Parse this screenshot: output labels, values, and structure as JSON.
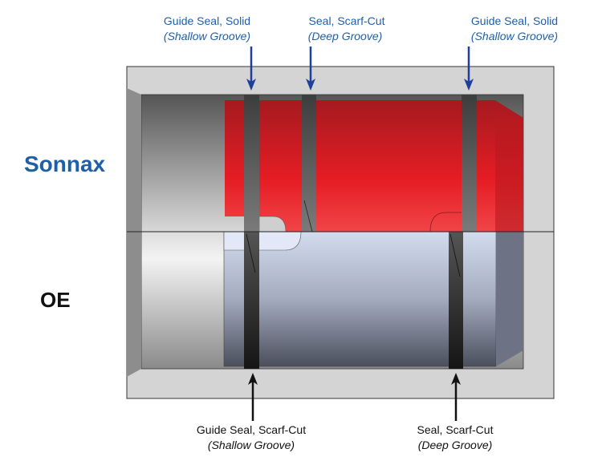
{
  "rows": {
    "sonnax": "Sonnax",
    "oe": "OE"
  },
  "top_callouts": [
    {
      "name": "Guide Seal, Solid",
      "note": "(Shallow Groove)"
    },
    {
      "name": "Seal, Scarf-Cut",
      "note": "(Deep Groove)"
    },
    {
      "name": "Guide Seal, Solid",
      "note": "(Shallow Groove)"
    }
  ],
  "bottom_callouts": [
    {
      "name": "Guide Seal, Scarf-Cut",
      "note": "(Shallow Groove)"
    },
    {
      "name": "Seal, Scarf-Cut",
      "note": "(Deep Groove)"
    }
  ],
  "colors": {
    "sonnax_label": "#1f5fa8",
    "top_arrows": "#1e3f9a",
    "sonnax_valve": "#e21b23",
    "oe_valve": "#b7bfd3",
    "housing": "#d4d4d4",
    "seal": "#4a4a4a"
  }
}
